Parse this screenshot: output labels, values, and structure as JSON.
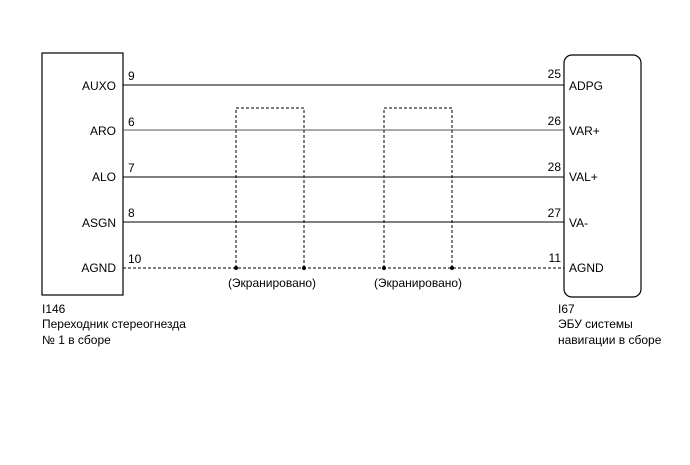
{
  "left_component": {
    "code": "I146",
    "name_line1": "Переходник стереогнезда",
    "name_line2": "№ 1 в сборе",
    "pins": [
      "AUXO",
      "ARO",
      "ALO",
      "ASGN",
      "AGND"
    ],
    "pin_numbers": [
      "9",
      "6",
      "7",
      "8",
      "10"
    ]
  },
  "right_component": {
    "code": "I67",
    "name_line1": "ЭБУ системы",
    "name_line2": "навигации в сборе",
    "pins": [
      "ADPG",
      "VAR+",
      "VAL+",
      "VA-",
      "AGND"
    ],
    "pin_numbers": [
      "25",
      "26",
      "28",
      "27",
      "11"
    ]
  },
  "shields": [
    "(Экранировано)",
    "(Экранировано)"
  ]
}
